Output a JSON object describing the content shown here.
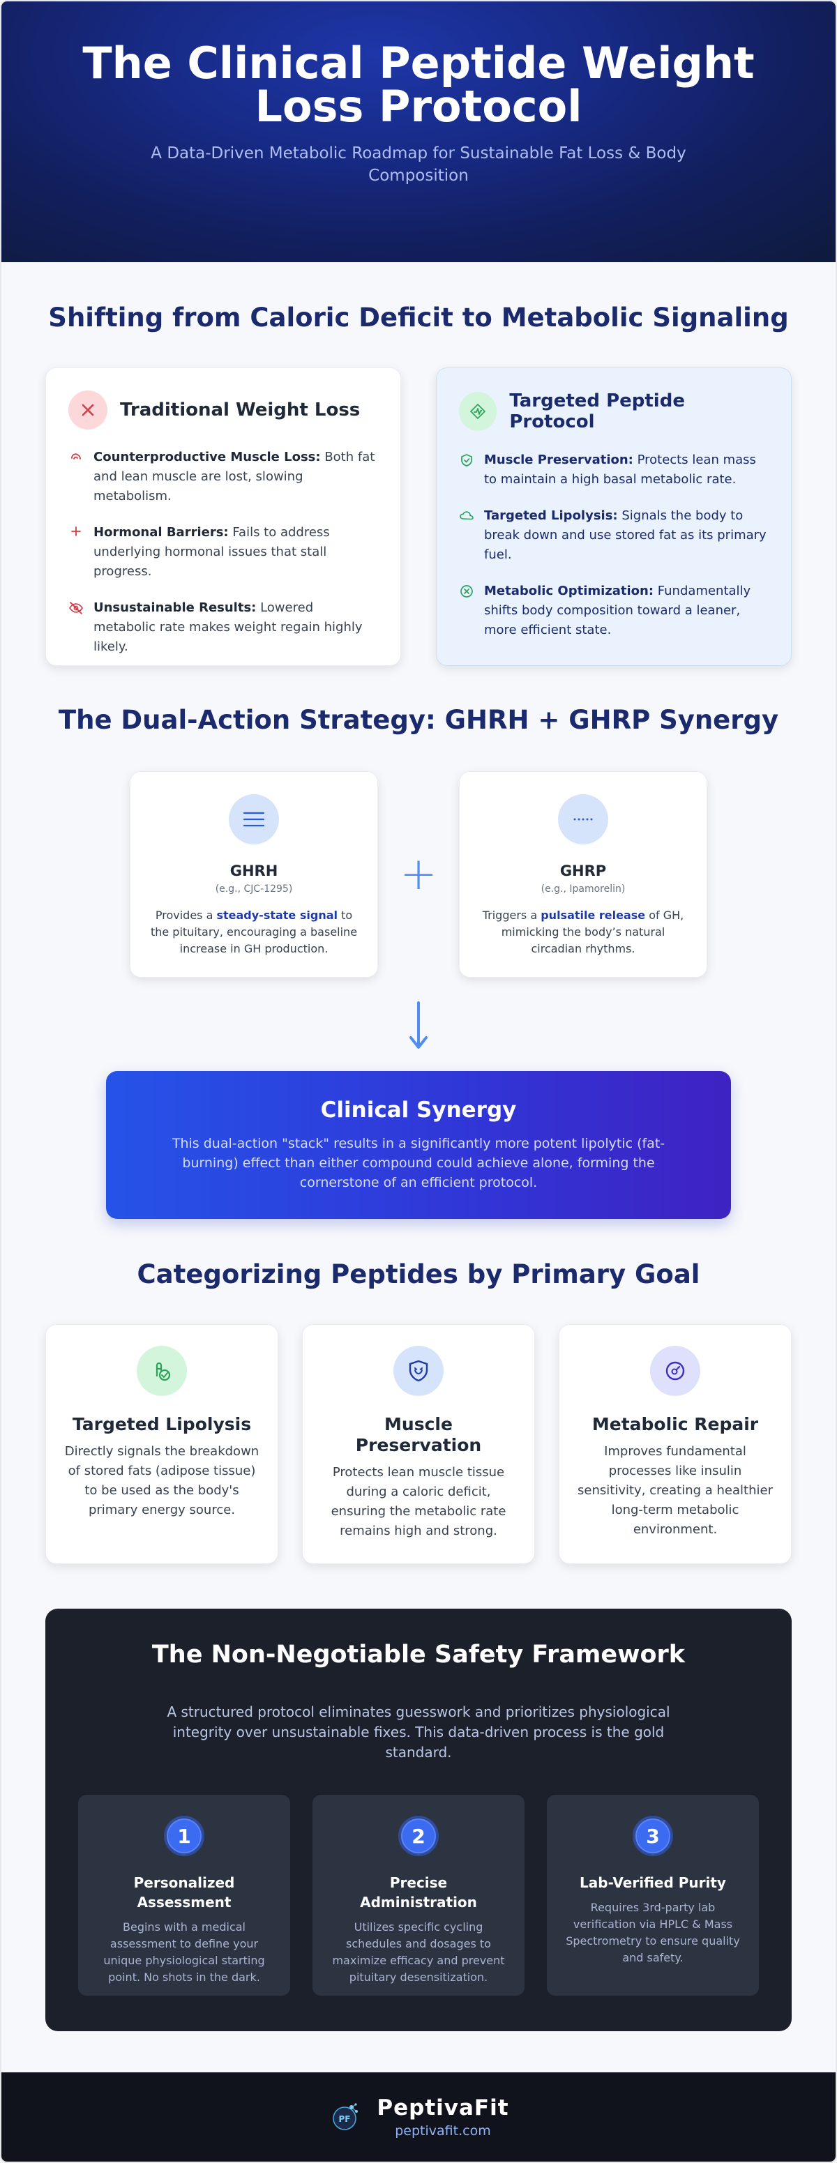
{
  "hero": {
    "title": "The Clinical Peptide Weight Loss Protocol",
    "subtitle": "A Data-Driven Metabolic Roadmap for Sustainable Fat Loss & Body Composition"
  },
  "comparison": {
    "title": "Shifting from Caloric Deficit to Metabolic Signaling",
    "traditional": {
      "title": "Traditional Weight Loss",
      "items": [
        {
          "label": "Counterproductive Muscle Loss:",
          "text": " Both fat and lean muscle are lost, slowing metabolism."
        },
        {
          "label": "Hormonal Barriers:",
          "text": " Fails to address underlying hormonal issues that stall progress."
        },
        {
          "label": "Unsustainable Results:",
          "text": " Lowered metabolic rate makes weight regain highly likely."
        }
      ]
    },
    "targeted": {
      "title": "Targeted Peptide Protocol",
      "items": [
        {
          "label": "Muscle Preservation:",
          "text": " Protects lean mass to maintain a high basal metabolic rate."
        },
        {
          "label": "Targeted Lipolysis:",
          "text": " Signals the body to break down and use stored fat as its primary fuel."
        },
        {
          "label": "Metabolic Optimization:",
          "text": " Fundamentally shifts body composition toward a leaner, more efficient state."
        }
      ]
    }
  },
  "dual": {
    "title": "The Dual-Action Strategy: GHRH + GHRP Synergy",
    "ghrh": {
      "name": "GHRH",
      "example": "(e.g., CJC-1295)",
      "desc_pre": "Provides a ",
      "desc_bold": "steady-state signal",
      "desc_post": " to the pituitary, encouraging a baseline increase in GH production."
    },
    "ghrp": {
      "name": "GHRP",
      "example": "(e.g., Ipamorelin)",
      "desc_pre": "Triggers a ",
      "desc_bold": "pulsatile release",
      "desc_post": " of GH, mimicking the body’s natural circadian rhythms."
    },
    "plus": "+",
    "synergy": {
      "title": "Clinical Synergy",
      "text": "This dual-action \"stack\" results in a significantly more potent lipolytic (fat-burning) effect than either compound could achieve alone, forming the cornerstone of an efficient protocol."
    }
  },
  "goals": {
    "title": "Categorizing Peptides by Primary Goal",
    "items": [
      {
        "title": "Targeted Lipolysis",
        "desc": "Directly signals the breakdown of stored fats (adipose tissue) to be used as the body's primary energy source."
      },
      {
        "title": "Muscle Preservation",
        "desc": "Protects lean muscle tissue during a caloric deficit, ensuring the metabolic rate remains high and strong."
      },
      {
        "title": "Metabolic Repair",
        "desc": "Improves fundamental processes like insulin sensitivity, creating a healthier long-term metabolic environment."
      }
    ]
  },
  "safety": {
    "title": "The Non-Negotiable Safety Framework",
    "intro": "A structured protocol eliminates guesswork and prioritizes physiological integrity over unsustainable fixes. This data-driven process is the gold standard.",
    "steps": [
      {
        "num": "1",
        "title": "Personalized Assessment",
        "desc": "Begins with a medical assessment to define your unique physiological starting point. No shots in the dark."
      },
      {
        "num": "2",
        "title": "Precise Administration",
        "desc": "Utilizes specific cycling schedules and dosages to maximize efficacy and prevent pituitary desensitization."
      },
      {
        "num": "3",
        "title": "Lab-Verified Purity",
        "desc": "Requires 3rd-party lab verification via HPLC & Mass Spectrometry to ensure quality and safety."
      }
    ]
  },
  "footer": {
    "brand": "PeptivaFit",
    "site": "peptivafit.com",
    "logo_text": "PF"
  },
  "colors": {
    "primary_navy": "#1a2a6c",
    "accent_blue": "#3b6bf0",
    "danger_red": "#d23a46",
    "success_green": "#2aa35a"
  }
}
